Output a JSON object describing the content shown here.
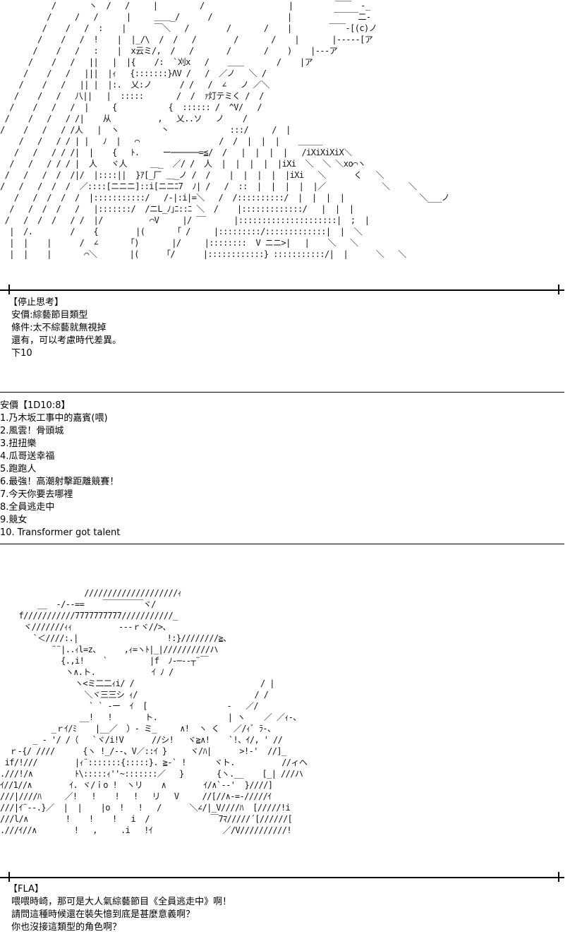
{
  "art": {
    "top": [
      "           /       ヽ  /   /     |         /                  |         ￣￣  -_",
      "          /     /   /      |     ＿＿_/      /                |         ￣￣￣二-",
      "         /    /   /  :    |      ￣＼   /        /       /    |        ￣￣-[(c)ノ",
      "        /    /   /  !    |  |_/\\  /  /   /        /       /    |       |-----[ア",
      "       /    /   /   :    |  x云ミ/,  /   /       /       /    )    |---ア",
      "      /    /   /   ||   |  |{    /:  `刈x   /    ＿＿       /    |ア",
      "     /    /   /   |||  |ｨ   {:::::::}ΛV /   /  ／ノ   ＼ /",
      "    /    /   /   || |  |:.  乂:ノ      / /   /  ∠   ノ ／＼",
      "   /    /   /   八||   |  :::::       /  /  ｧ灯テミく /  /",
      "  /    /   /   /  |     {           {  :::::: /  ^V/   /",
      " /    /   /   / /|    从          ,   乂..ソ   ノ    /",
      "/    /   /   / /人   |  ヽ         丶             :::/     /  |",
      "    /   /   / / | |   ﾉ  |   ⌒                 /  /  |  |  |    ＿＿＿",
      "   /   /   / / /|  |    {   ﾄ.     ー──────=≦/  /   |  |  |  |   /iXiXiXiX＼",
      "  /   /   / / / |  人   ヾ人     ＿_  ／/ /  人  |  |  |  |  |iXi  ＼  ＼ ＼xo⌒ヽ",
      " /   /   /  /  /|/  |::::||  }ｱ[_厂 ＿_ノ /  /    |  |  |  |  |iXi   ＼      く   ＼",
      "/   /   /  /  /  ／::::[ニニニ]::i[ニニﾆ7  ﾉ| /   /  ::  |  |  |  |  |／            ＼    ＼",
      "   /   /  /  /  /  |:::::::::::/   /-|:i|=＼   /  /::::::::::/  |  |  |  |                ＼___ノ",
      "  /   /  /  /   /   |:::::::/  /ニL_ﾉ｣ﾆ::ﾆ ＼  /    |:::::::::::::/   |  |  |",
      " /   /  /  /   / /  |/          ⌒V     |/ ‾‾      |:::::::::::::::::::::|  ;  |",
      "  |  /.        /    {        |(      「 /     |:::::::::/:::::::::::::|  |  ＼",
      "  |  |    |      /  ∠      「)       |/     |::::::::  V ニニ>|   |    ＼   ＼",
      "  |  |    |       ⌒＼       |(     「/      |::::::::::::} :::::::::::/|  |      ＼   ＼"
    ],
    "bottom": [
      "                  ////////////////////ｨ",
      "        __  ‐/‐‐==    ￣￣￣￣￣ヾ/",
      "    f///////////7777777777///////////_",
      "     ヾ///////ｨｨ          ‐‐‐ｒヾ//>、",
      "       `＜////:.|                   !:}////////≧、",
      "           ¨¨|..ｨl=z、     ,ｨ=ヽﾄ|_|//////////ハ",
      "             {.,i!    `         |f  ﾉ‐─‐‐┬¨￣",
      "              ヽ∧.ト.            ｲ ﾉ /",
      "                ヽ<ミ二二ｨi/ /                           / |",
      "                  ＼ヾ三三シ ｨ/                         / /",
      "                   ` ` ‐ー  ｲ  [                 ‐   ／/",
      "                 __!   !       ト.               | ヽ    ／ ／ｨ‐、",
      "           _ｒｲ/ﾐ    |__／  ）‐ ミ_     ∧!  ヽ く   ／/ｨﾞ ﾗ‐、",
      "       _ - '/ /（   `ヾ/i!V      //シ!   ヾ≧∧!    `!、ｲ/, ' //",
      "  ｒ-{/ ////      {ヽ !_/‐-、V／::ｲ }     ヾ/ﾊ|      >!‐'  //]_",
      " if/!///        |ｨ¨:::::::{:::::}. ≧-` !      ヾト.          //ィヘ",
      ".///!/∧         ﾄ\\:::::ｨ''~:::::::／   }       {ヽ.__    [_| ///ハ",
      "ｲ//1//∧        ｲ. ヾ/ｉo !  ヽリ    ∧        ｲ/∧`‐‐'  }////]",
      "///|////ﾊ     ／!   !    !   !   リ   V     //[//∧‐=‐/////ｲ",
      "///|ｲ¨‐-.}／  |  |    |o  !   !   /      ＼∠/|_V////ﾊ  [/////!i",
      "///l/∧        !    !    !   i  /             ￣7ﾏ/////´[//////[",
      ".///ｲ//∧        !   ,     .i   !ｲ               ／/V//////////!"
    ]
  },
  "section1": {
    "lines": [
      "【停止思考】",
      " 安價:綜藝節目類型",
      " 條件:太不綜藝就無視掉",
      " 還有，可以考慮時代差異。",
      " 下10"
    ]
  },
  "section2": {
    "lines": [
      "安價【1D10:8】",
      "1.乃木坂工事中的嘉賓(喂)",
      "2.風雲！骨頭城",
      "3.扭扭樂",
      "4.瓜哥送幸福",
      "5.跑跑人",
      "6.最強！高潮射擊距離競賽！",
      "7.今天你要去哪裡",
      "8.全員逃走中",
      "9.競女",
      "10. Transformer got talent"
    ]
  },
  "section3": {
    "lines": [
      "【FLA】",
      " 喂喂時崎，那可是大人氣綜藝節目《全員逃走中》啊！",
      " 請問這種時候還在裝失憶到底是甚麼意義啊？",
      " 你也沒接這類型的角色啊？"
    ]
  }
}
